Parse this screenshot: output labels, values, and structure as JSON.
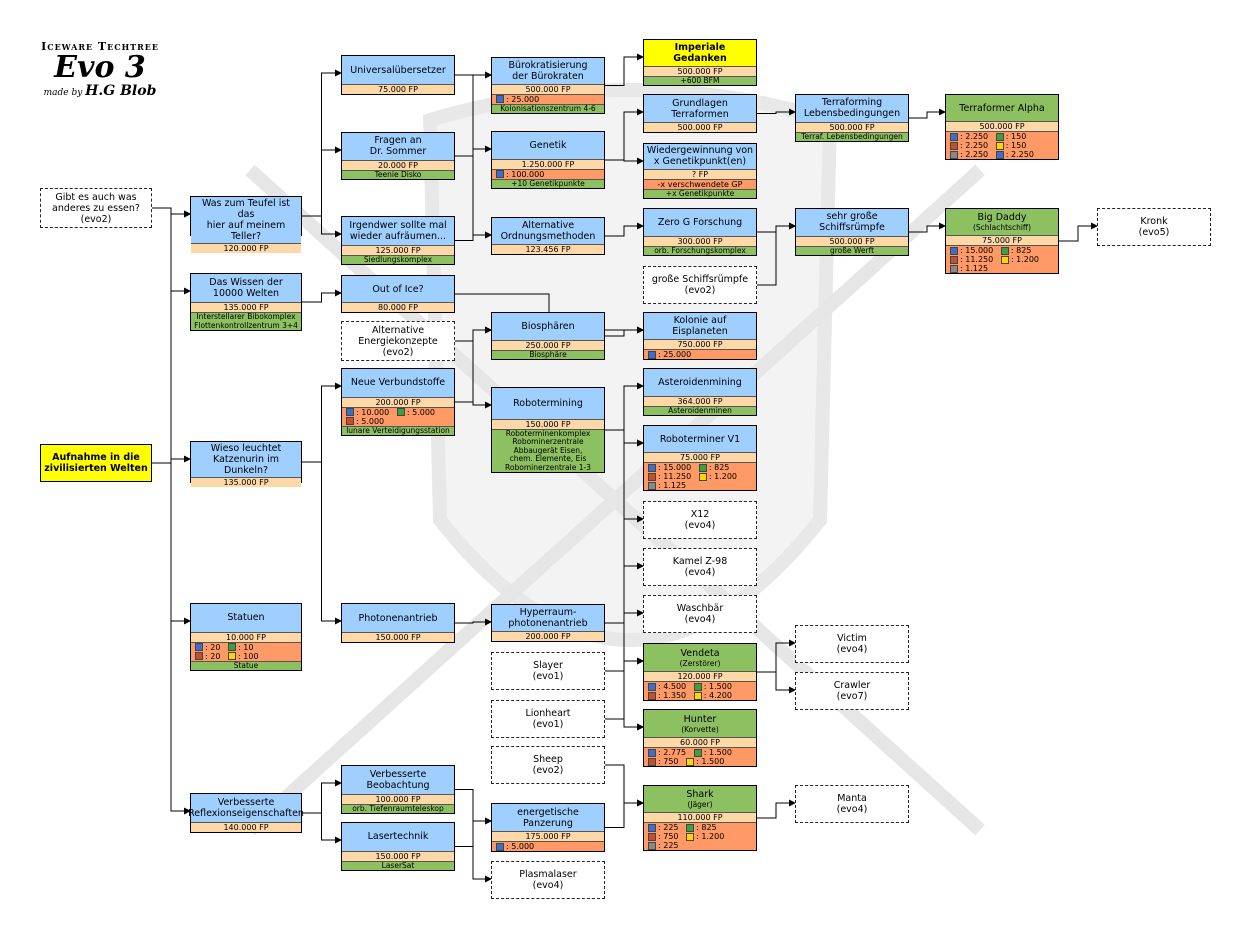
{
  "logo": {
    "line1": "Iceware Techtree",
    "line2": "Evo 3",
    "made_by": "made by",
    "author": "H.G Blob"
  },
  "colors": {
    "research": "#9fcfff",
    "cost": "#ffd8a8",
    "resources": "#ff9966",
    "requirement": "#8cc060",
    "root": "#ffff00",
    "line": "#000000"
  },
  "nodes": [
    {
      "id": "root",
      "title": [
        "Aufnahme in die",
        "zivilisierten Welten"
      ]
    },
    {
      "id": "essen",
      "title": [
        "Gibt es auch was",
        "anderes zu essen?",
        "(evo2)"
      ]
    },
    {
      "id": "teller",
      "title": [
        "Was zum Teufel ist das",
        "hier auf meinem Teller?"
      ],
      "cost": "120.000 FP"
    },
    {
      "id": "wissen",
      "title": [
        "Das Wissen der",
        "10000 Welten"
      ],
      "cost": "135.000 FP",
      "req": [
        "Interstellarer Bibokomplex",
        "Flottenkontrollzentrum 3+4"
      ]
    },
    {
      "id": "katzen",
      "title": [
        "Wieso leuchtet",
        "Katzenurin im Dunkeln?"
      ],
      "cost": "135.000 FP"
    },
    {
      "id": "statuen",
      "title": [
        "Statuen"
      ],
      "cost": "10.000 FP",
      "res": [
        "20",
        "10",
        "20",
        "100"
      ],
      "req": [
        "Statue"
      ]
    },
    {
      "id": "reflex",
      "title": [
        "Verbesserte",
        "Reflexionseigenschaften"
      ],
      "cost": "140.000 FP"
    },
    {
      "id": "univ",
      "title": [
        "Universalübersetzer"
      ],
      "cost": "75.000 FP"
    },
    {
      "id": "sommer",
      "title": [
        "Fragen an",
        "Dr. Sommer"
      ],
      "cost": "20.000 FP",
      "req": [
        "Teenie Disko"
      ]
    },
    {
      "id": "aufraeumen",
      "title": [
        "Irgendwer sollte mal",
        "wieder aufräumen..."
      ],
      "cost": "125.000 FP",
      "req": [
        "Siedlungskomplex"
      ]
    },
    {
      "id": "ice",
      "title": [
        "Out of Ice?"
      ],
      "cost": "80.000 FP"
    },
    {
      "id": "altenergie",
      "title": [
        "Alternative",
        "Energiekonzepte",
        "(evo2)"
      ]
    },
    {
      "id": "verbund",
      "title": [
        "Neue Verbundstoffe"
      ],
      "cost": "200.000 FP",
      "res": [
        "10.000",
        "5.000",
        "5.000"
      ],
      "req": [
        "lunare Verteidigungsstation"
      ]
    },
    {
      "id": "photon",
      "title": [
        "Photonenantrieb"
      ],
      "cost": "150.000 FP"
    },
    {
      "id": "beob",
      "title": [
        "Verbesserte",
        "Beobachtung"
      ],
      "cost": "100.000 FP",
      "req": [
        "orb. Tiefenraumteleskop"
      ]
    },
    {
      "id": "laser",
      "title": [
        "Lasertechnik"
      ],
      "cost": "150.000 FP",
      "req": [
        "LaserSat"
      ]
    },
    {
      "id": "buero",
      "title": [
        "Bürokratisierung",
        "der Bürokraten"
      ],
      "cost": "500.000 FP",
      "res": [
        "25.000"
      ],
      "req": [
        "Kolonisationszentrum 4-6"
      ]
    },
    {
      "id": "genetik",
      "title": [
        "Genetik"
      ],
      "cost": "1.250.000 FP",
      "res": [
        "100.000"
      ],
      "req": [
        "+10 Genetikpunkte"
      ]
    },
    {
      "id": "ordnung",
      "title": [
        "Alternative",
        "Ordnungsmethoden"
      ],
      "cost": "123.456 FP"
    },
    {
      "id": "bio",
      "title": [
        "Biosphären"
      ],
      "cost": "250.000 FP",
      "req": [
        "Biosphäre"
      ]
    },
    {
      "id": "robmining",
      "title": [
        "Robotermining"
      ],
      "cost": "150.000 FP",
      "req": [
        "Roboterminenkomplex",
        "Robominerzentrale",
        "Abbaugerät Eisen,",
        "chem. Elemente, Eis",
        "Robominerzentrale 1-3"
      ]
    },
    {
      "id": "hyper",
      "title": [
        "Hyperraum-",
        "photonenantrieb"
      ],
      "cost": "200.000 FP"
    },
    {
      "id": "slayer",
      "title": [
        "Slayer",
        "(evo1)"
      ]
    },
    {
      "id": "lion",
      "title": [
        "Lionheart",
        "(evo1)"
      ]
    },
    {
      "id": "sheep",
      "title": [
        "Sheep",
        "(evo2)"
      ]
    },
    {
      "id": "panzer",
      "title": [
        "energetische",
        "Panzerung"
      ],
      "cost": "175.000 FP",
      "res": [
        "5.000"
      ]
    },
    {
      "id": "plasma",
      "title": [
        "Plasmalaser",
        "(evo4)"
      ]
    },
    {
      "id": "imperial",
      "title": [
        "Imperiale",
        "Gedanken"
      ],
      "cost": "500.000 FP",
      "req": [
        "+600 BFM"
      ]
    },
    {
      "id": "gterra",
      "title": [
        "Grundlagen",
        "Terraformen"
      ],
      "cost": "500.000 FP"
    },
    {
      "id": "wieder",
      "title": [
        "Wiedergewinnung von",
        "x Genetikpunkt(en)"
      ],
      "cost": "? FP",
      "res2": [
        "-x verschwendete GP"
      ],
      "req": [
        "+x Genetikpunkte"
      ]
    },
    {
      "id": "zerog",
      "title": [
        "Zero G Forschung"
      ],
      "cost": "300.000 FP",
      "req": [
        "orb. Forschungskomplex"
      ]
    },
    {
      "id": "gsr_evo2",
      "title": [
        "große Schiffsrümpfe",
        "(evo2)"
      ]
    },
    {
      "id": "kolonie",
      "title": [
        "Kolonie auf",
        "Eisplaneten"
      ],
      "cost": "750.000 FP",
      "res": [
        "25.000"
      ]
    },
    {
      "id": "astmining",
      "title": [
        "Asteroidenmining"
      ],
      "cost": "364.000 FP",
      "req": [
        "Asteroidenminen"
      ]
    },
    {
      "id": "robv1",
      "title": [
        "Roboterminer V1"
      ],
      "cost": "75.000 FP",
      "res": [
        "15.000",
        "825",
        "11.250",
        "1.200",
        "1.125"
      ]
    },
    {
      "id": "x12",
      "title": [
        "X12",
        "(evo4)"
      ]
    },
    {
      "id": "kamel",
      "title": [
        "Kamel Z-98",
        "(evo4)"
      ]
    },
    {
      "id": "wasch",
      "title": [
        "Waschbär",
        "(evo4)"
      ]
    },
    {
      "id": "vendeta",
      "title": [
        "Vendeta"
      ],
      "sub": "(Zerstörer)",
      "cost": "120.000 FP",
      "res": [
        "4.500",
        "1.500",
        "1.350",
        "4.200"
      ]
    },
    {
      "id": "hunter",
      "title": [
        "Hunter"
      ],
      "sub": "(Korvette)",
      "cost": "60.000 FP",
      "res": [
        "2.775",
        "1.500",
        "750",
        "1.500"
      ]
    },
    {
      "id": "shark",
      "title": [
        "Shark"
      ],
      "sub": "(Jäger)",
      "cost": "110.000 FP",
      "res": [
        "225",
        "825",
        "750",
        "1.200",
        "225"
      ]
    },
    {
      "id": "tlebens",
      "title": [
        "Terraforming",
        "Lebensbedingungen"
      ],
      "cost": "500.000 FP",
      "req": [
        "Terraf. Lebensbedingungen"
      ]
    },
    {
      "id": "sgsr",
      "title": [
        "sehr große",
        "Schiffsrümpfe"
      ],
      "cost": "500.000 FP",
      "req": [
        "große Werft"
      ]
    },
    {
      "id": "talpha",
      "title": [
        "Terraformer Alpha"
      ],
      "cost": "500.000 FP",
      "res": [
        "2.250",
        "150",
        "2.250",
        "150",
        "2.250",
        "2.250"
      ]
    },
    {
      "id": "bigdaddy",
      "title": [
        "Big Daddy"
      ],
      "sub": "(Schlachtschiff)",
      "cost": "75.000 FP",
      "res": [
        "15.000",
        "825",
        "11.250",
        "1.200",
        "1.125"
      ]
    },
    {
      "id": "kronk",
      "title": [
        "Kronk",
        "(evo5)"
      ]
    },
    {
      "id": "victim",
      "title": [
        "Victim",
        "(evo4)"
      ]
    },
    {
      "id": "crawler",
      "title": [
        "Crawler",
        "(evo7)"
      ]
    },
    {
      "id": "manta",
      "title": [
        "Manta",
        "(evo4)"
      ]
    }
  ]
}
